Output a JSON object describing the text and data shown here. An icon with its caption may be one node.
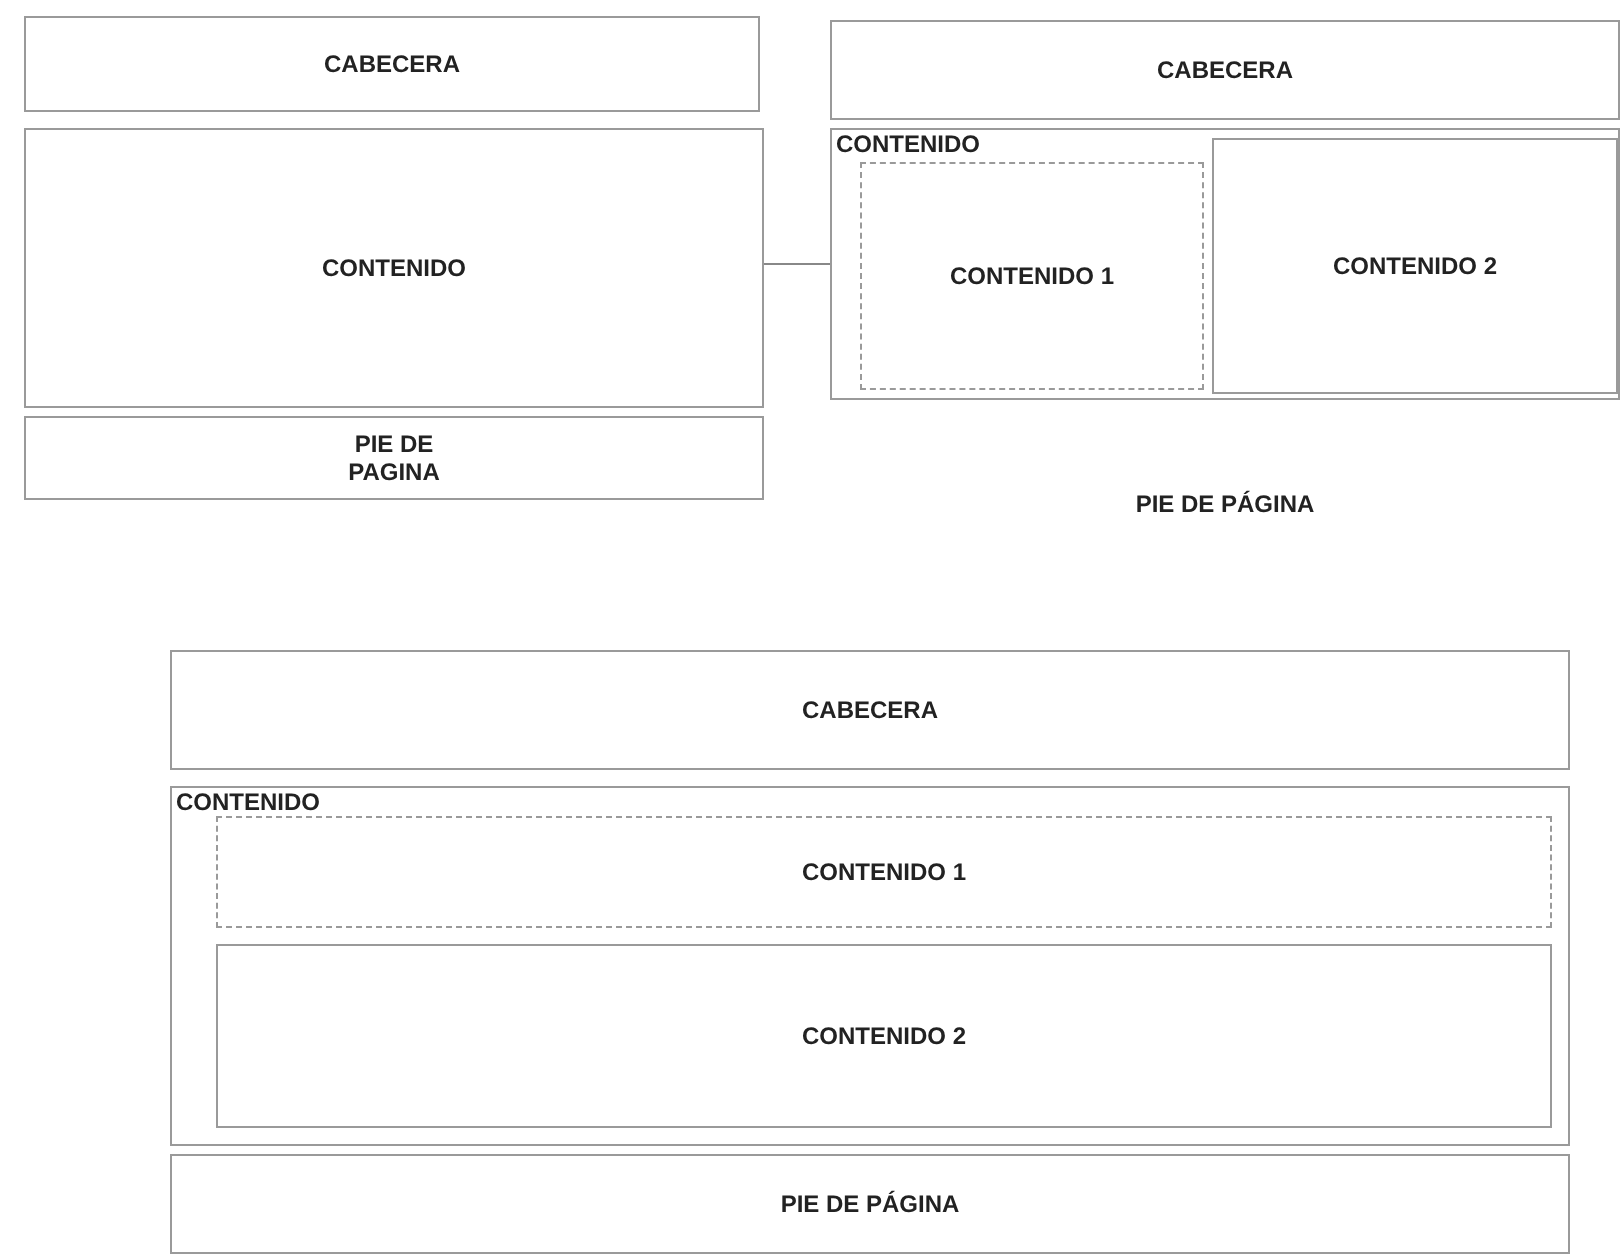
{
  "diagram": {
    "nodes": [
      {
        "text": [
          "CABECERA"
        ]
      },
      {
        "text": [
          "CONTENIDO"
        ]
      },
      {
        "text": [
          "PIE DE PAGINA"
        ]
      },
      {
        "text": [
          "CABECERA"
        ]
      },
      {
        "text": [
          "CONTENIDO"
        ]
      },
      {
        "text": [
          "CONTENIDO 1"
        ],
        "in": 4
      },
      {
        "text": [
          "CONTENIDO 2"
        ],
        "in": 4
      },
      {
        "text": [
          "CABECERA"
        ]
      },
      {
        "text": [
          "CONTENIDO"
        ]
      },
      {
        "text": [
          "CONTENIDO 1"
        ],
        "in": 8
      },
      {
        "text": [
          "CONTENIDO 2"
        ],
        "in": 8
      },
      {
        "text": [
          "PIE DE PÁGINA"
        ]
      }
    ],
    "edges": [
      {
        "from": 1,
        "to": 4,
        "arrow": "none"
      }
    ],
    "labels": [
      "PIE DE PÁGINA"
    ]
  }
}
